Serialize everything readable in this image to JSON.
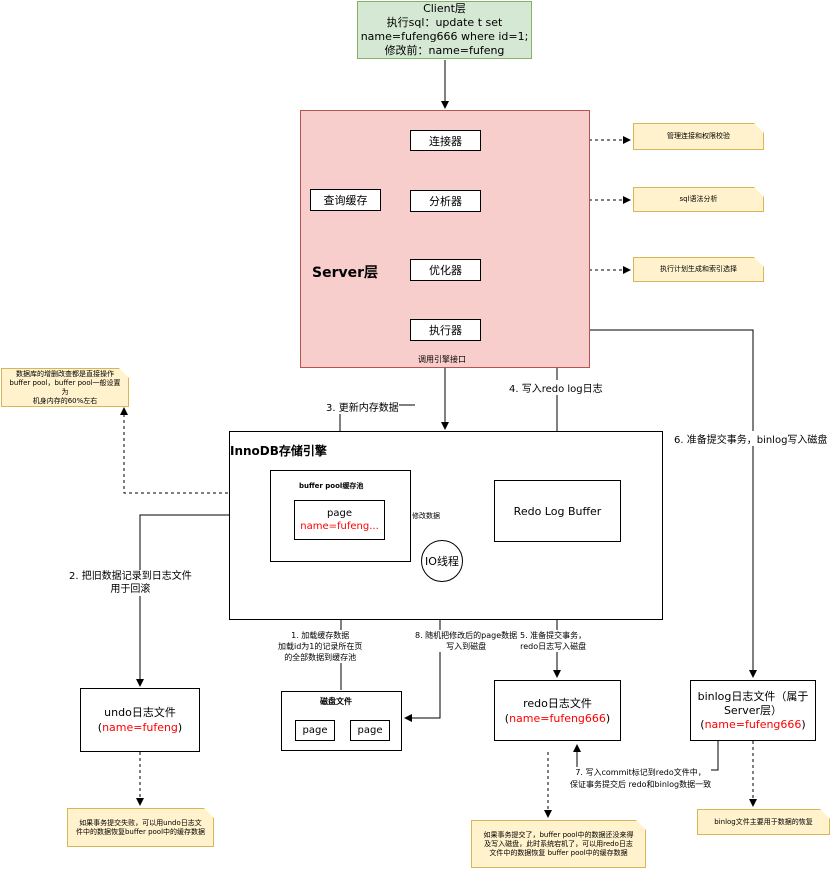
{
  "client": {
    "lines": [
      "Client层",
      "执行sql：update t set",
      "name=fufeng666 where id=1;",
      "修改前：name=fufeng"
    ]
  },
  "server": {
    "title": "Server层",
    "connector": "连接器",
    "cache": "查询缓存",
    "analyzer": "分析器",
    "optimizer": "优化器",
    "executor": "执行器",
    "engine_api": "调用引擎接口"
  },
  "notes": {
    "connector": "管理连接和权限校验",
    "analyzer": "sql语法分析",
    "optimizer": "执行计划生成和索引选择",
    "buffer_pool": [
      "数据库的增删改查都是直接操作",
      "buffer pool，buffer pool一般设置为",
      "机身内存的60%左右"
    ],
    "undo": [
      "如果事务提交失败，可以用undo日志文",
      "件中的数据恢复buffer pool中的缓存数据"
    ],
    "redo": [
      "如果事务提交了，buffer pool中的数据还没来得",
      "及写入磁盘，此时系统宕机了，可以用redo日志",
      "文件中的数据恢复 buffer pool中的缓存数据"
    ],
    "binlog": "binlog文件主要用于数据的恢复"
  },
  "innodb": {
    "title": "InnoDB存储引擎",
    "buffer_pool_title": "buffer pool缓存池",
    "page_title": "page",
    "page_value": "name=fufeng...",
    "modify_label": "修改数据",
    "io_thread": "IO线程",
    "redo_buffer": "Redo Log Buffer"
  },
  "disk": {
    "title": "磁盘文件",
    "page1": "page",
    "page2": "page"
  },
  "undo_file": {
    "title": "undo日志文件",
    "value": "name=fufeng"
  },
  "redo_file": {
    "title": "redo日志文件",
    "value": "name=fufeng666"
  },
  "binlog_file": {
    "title_line1": "binlog日志文件（属于",
    "title_line2": "Server层）",
    "value": "name=fufeng666"
  },
  "steps": {
    "s1": [
      "1. 加载缓存数据",
      "加载id为1的记录所在页",
      "的全部数据到缓存池"
    ],
    "s2": [
      "2. 把旧数据记录到日志文件",
      "用于回滚"
    ],
    "s3": "3. 更新内存数据",
    "s4": "4. 写入redo log日志",
    "s5": [
      "5. 准备提交事务，",
      "redo日志写入磁盘"
    ],
    "s6": "6. 准备提交事务，binlog写入磁盘",
    "s7": [
      "7. 写入commit标记到redo文件中，",
      "保证事务提交后 redo和binlog数据一致"
    ],
    "s8": [
      "8. 随机把修改后的page数据",
      "写入到磁盘"
    ]
  },
  "colors": {
    "client_fill": "#d5e8d4",
    "client_border": "#82b366",
    "server_fill": "#f8cecc",
    "server_border": "#b85450",
    "note_fill": "#fff2cc",
    "note_border": "#d6b656",
    "highlight": "#ff0000"
  }
}
